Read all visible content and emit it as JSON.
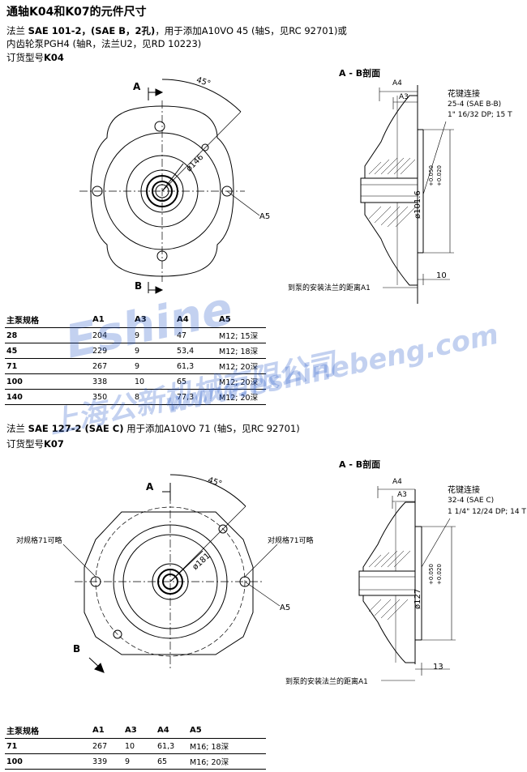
{
  "title": "通轴K04和K07的元件尺寸",
  "section1": {
    "line1_prefix": "法兰 ",
    "line1_bold": "SAE 101-2，(SAE B，2孔)",
    "line1_suffix": "，用于添加A10VO 45 (轴S，见RC 92701)或",
    "line2": "内齿轮泵PGH4 (轴R，法兰U2，见RD 10223)",
    "order_prefix": "订货型号",
    "order_code": "K04",
    "ab_section": "A - B剖面",
    "label_A": "A",
    "label_B": "B",
    "angle": "45°",
    "diameter": "ø146",
    "a5": "A5",
    "a4": "A4",
    "a3": "A3",
    "spline_title": "花键连接",
    "spline_1": "25-4 (SAE B-B)",
    "spline_2": "1\" 16/32 DP; 15 T",
    "bore": "ø101.6",
    "tol_upper": "+0.050",
    "tol_lower": "+0.020",
    "dim_10": "10",
    "distance_note": "到泵的安装法兰的距离A1",
    "table": {
      "headers": [
        "主泵规格",
        "A1",
        "A3",
        "A4",
        "A5"
      ],
      "rows": [
        [
          "28",
          "204",
          "9",
          "47",
          "M12; 15深"
        ],
        [
          "45",
          "229",
          "9",
          "53,4",
          "M12; 18深"
        ],
        [
          "71",
          "267",
          "9",
          "61,3",
          "M12; 20深"
        ],
        [
          "100",
          "338",
          "10",
          "65",
          "M12; 20深"
        ],
        [
          "140",
          "350",
          "8",
          "77,3",
          "M12; 20深"
        ]
      ]
    }
  },
  "section2": {
    "line1_prefix": "法兰 ",
    "line1_bold": "SAE 127-2 (SAE C)",
    "line1_suffix": " 用于添加A10VO 71 (轴S，见RC 92701)",
    "order_prefix": "订货型号",
    "order_code": "K07",
    "ab_section": "A - B剖面",
    "label_A": "A",
    "label_B": "B",
    "angle": "45°",
    "diameter": "ø181",
    "a5": "A5",
    "a4": "A4",
    "a3": "A3",
    "note_left": "对规格71可略",
    "note_right": "对规格71可略",
    "spline_title": "花键连接",
    "spline_1": "32-4 (SAE C)",
    "spline_2": "1 1/4\" 12/24 DP; 14 T",
    "bore": "ø127",
    "tol_upper": "+0.050",
    "tol_lower": "+0.020",
    "dim_13": "13",
    "distance_note": "到泵的安装法兰的距离A1",
    "table": {
      "headers": [
        "主泵规格",
        "A1",
        "A3",
        "A4",
        "A5"
      ],
      "rows": [
        [
          "71",
          "267",
          "10",
          "61,3",
          "M16; 18深"
        ],
        [
          "100",
          "339",
          "9",
          "65",
          "M16; 20深"
        ]
      ]
    }
  },
  "watermark": {
    "line1": "Eshine",
    "line2": "上海公新机械有限公司",
    "line3": "www.eshinebeng.com"
  }
}
